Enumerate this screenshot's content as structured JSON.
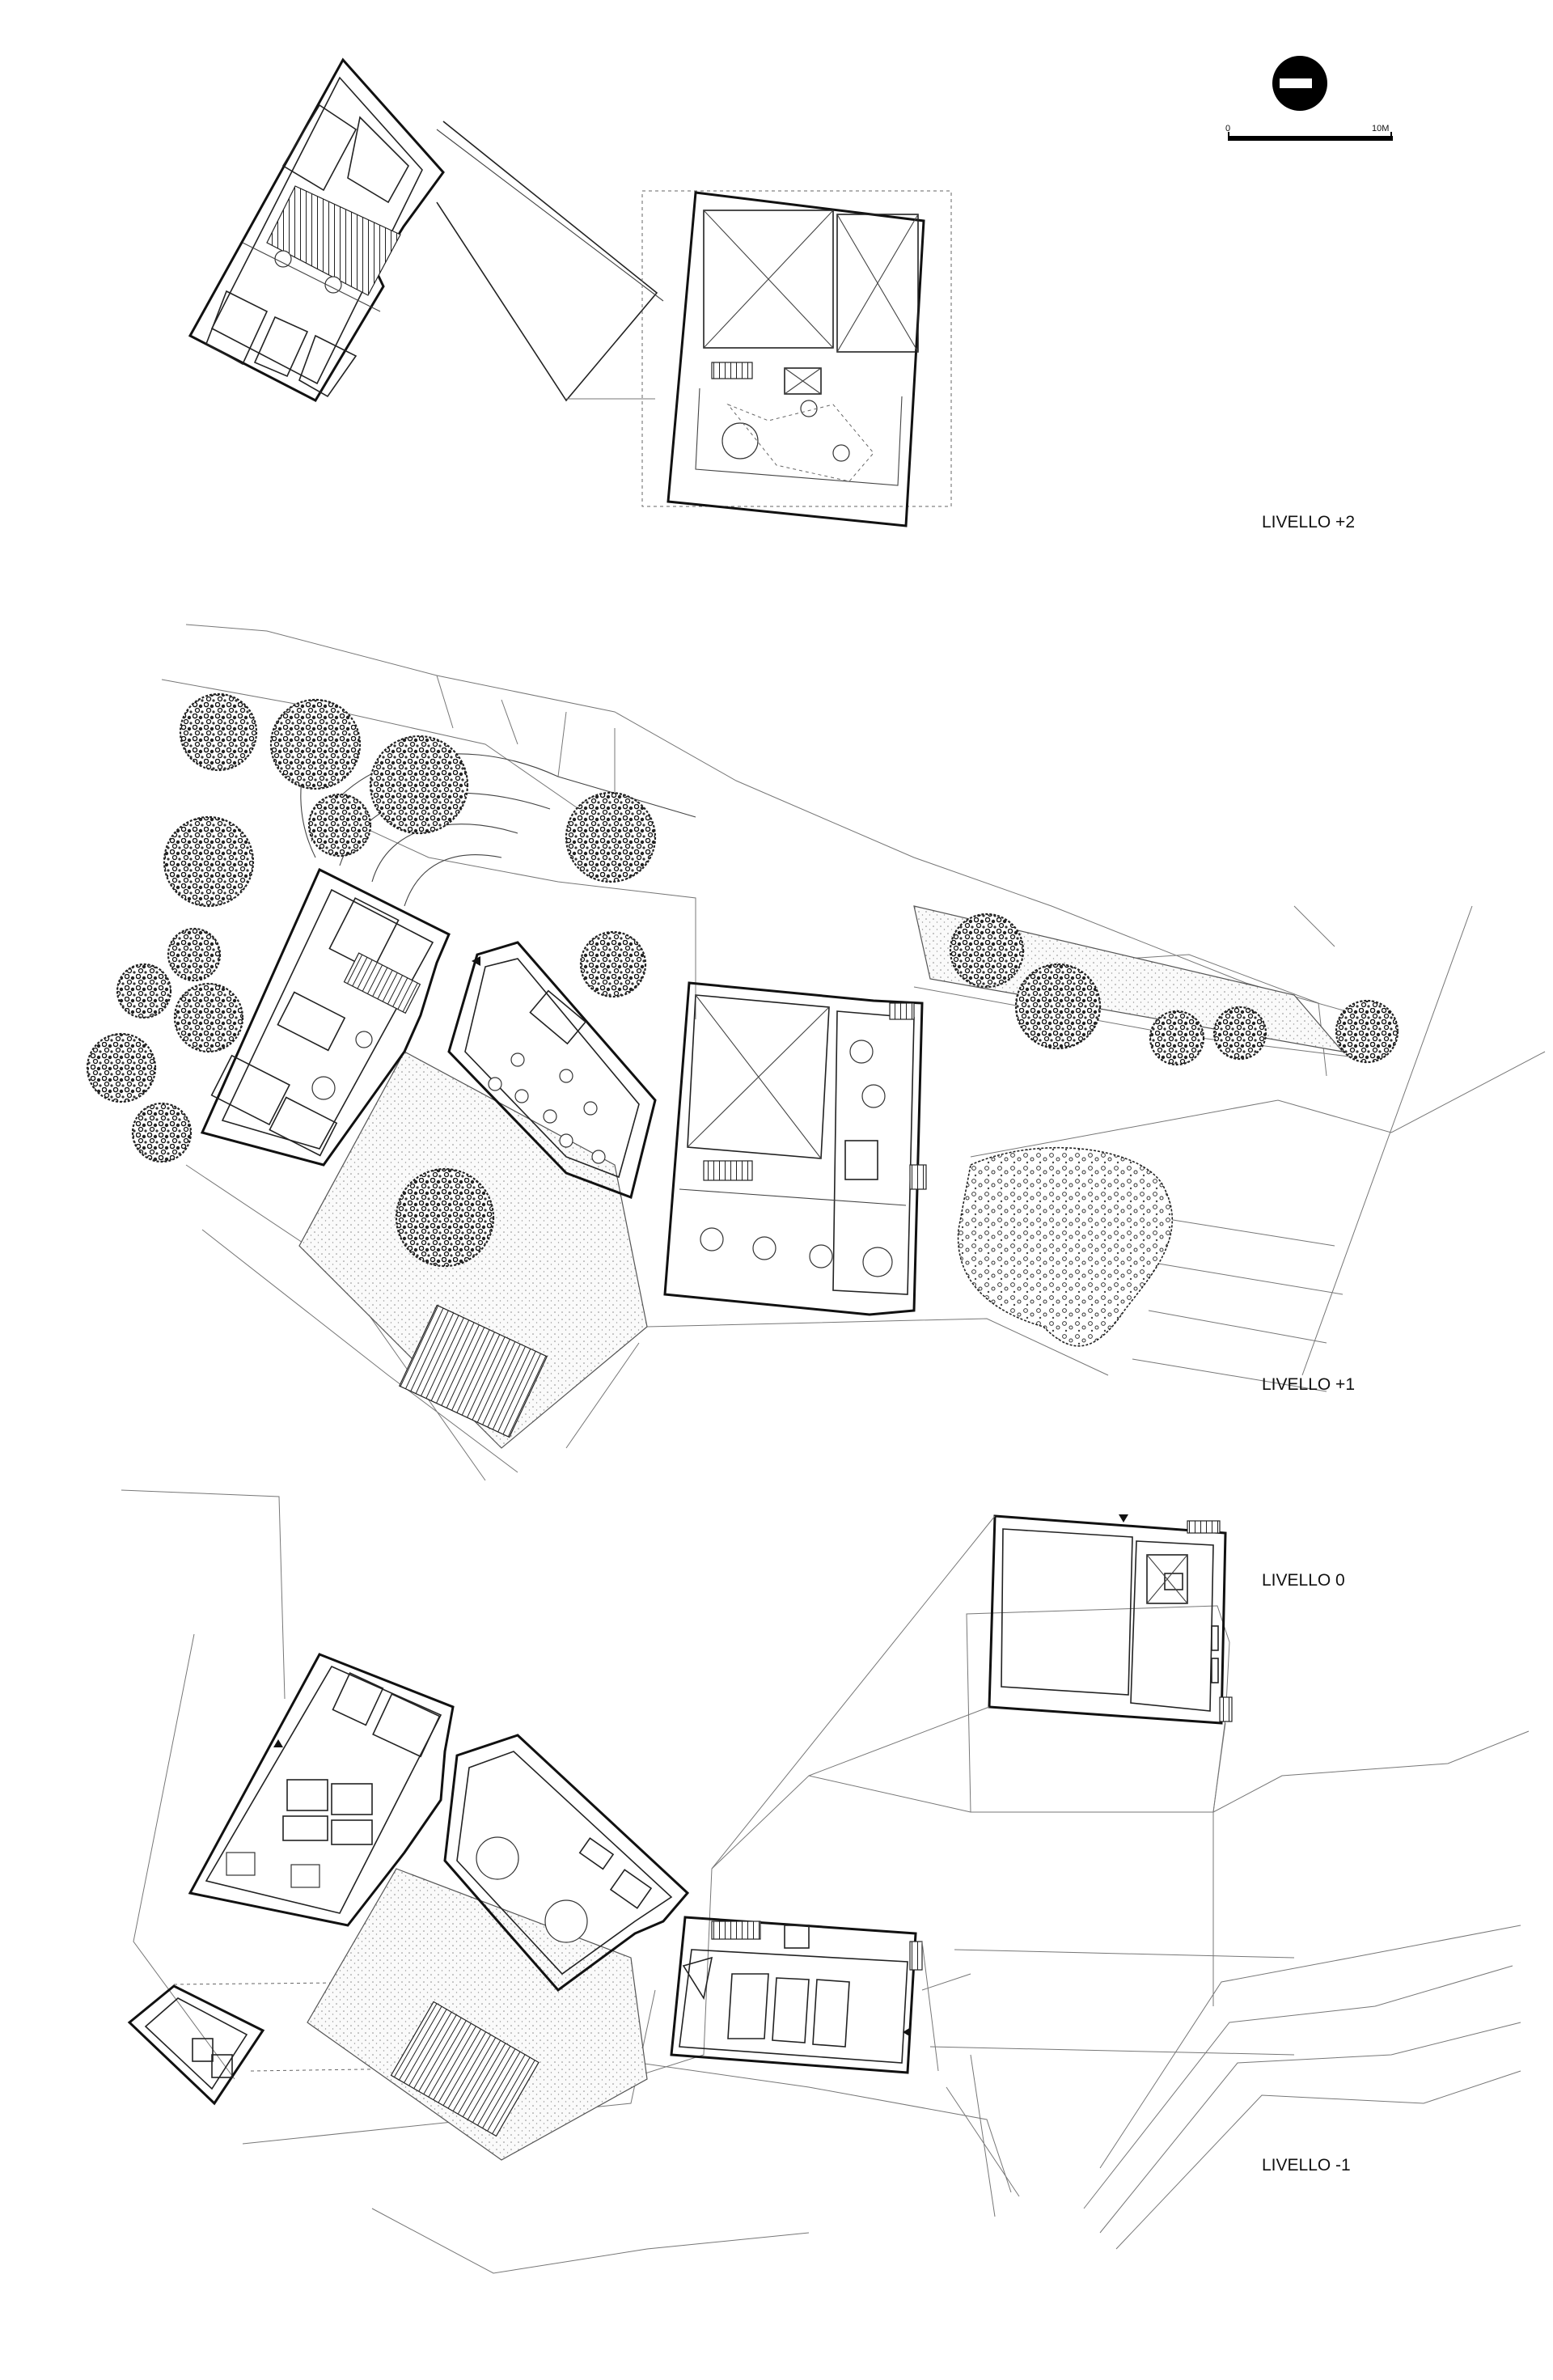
{
  "scale_bar": {
    "start_label": "0",
    "end_label": "10M"
  },
  "levels": [
    {
      "label": "LIVELLO +2"
    },
    {
      "label": "LIVELLO +1"
    },
    {
      "label": "LIVELLO 0"
    },
    {
      "label": "LIVELLO -1"
    }
  ],
  "icons": {
    "north_arrow": "north-arrow-icon",
    "tree": "tree-icon",
    "entrance": "entrance-arrow-icon"
  },
  "colors": {
    "ink": "#111111",
    "background": "#ffffff"
  }
}
